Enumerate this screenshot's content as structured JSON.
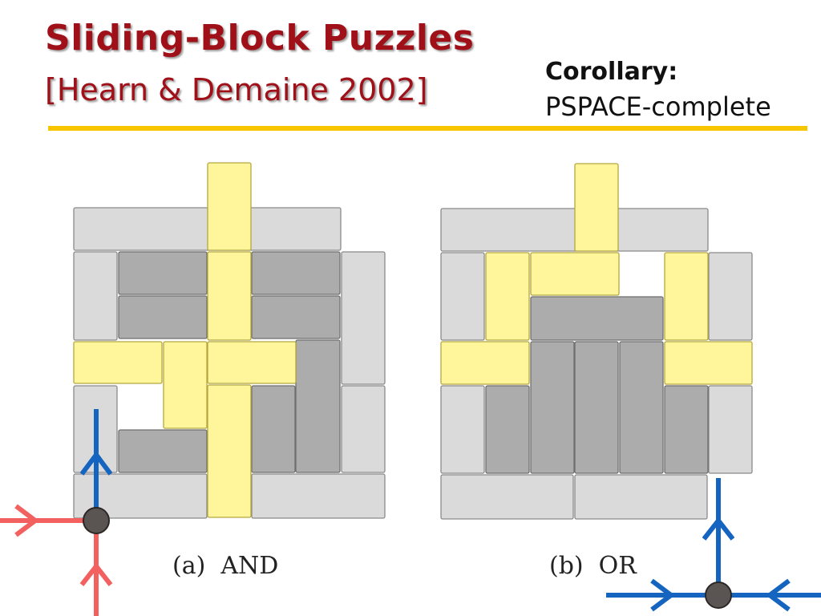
{
  "title": "Sliding-Block Puzzles",
  "subtitle": "[Hearn & Demaine 2002]",
  "corollary": {
    "label": "Corollary:",
    "text": "PSPACE-complete"
  },
  "figures": {
    "and_caption": "(a)  AND",
    "or_caption": "(b)  OR"
  },
  "colors": {
    "title": "#a01018",
    "accent_rule": "#f7c600",
    "yellow_block": "#fff59a",
    "light_gray_block": "#dadada",
    "dark_gray_block": "#acacac",
    "red_edge": "#f26060",
    "blue_edge": "#1565c0",
    "node": "#5a5553"
  }
}
